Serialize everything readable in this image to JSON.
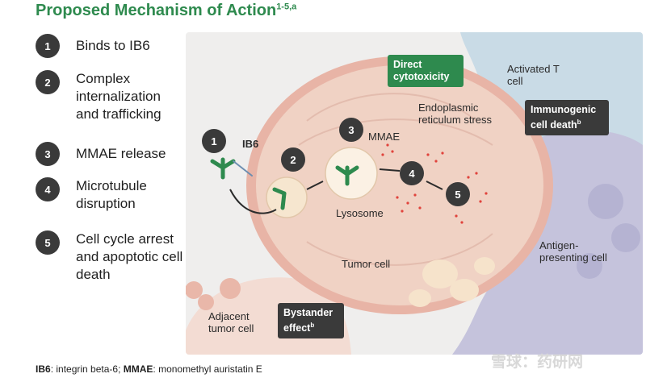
{
  "title": {
    "text": "Proposed Mechanism of Action",
    "sup": "1-5,a"
  },
  "steps": [
    {
      "n": "1",
      "text": "Binds to IB6"
    },
    {
      "n": "2",
      "text": "Complex internalization and trafficking"
    },
    {
      "n": "3",
      "text": "MMAE release"
    },
    {
      "n": "4",
      "text": "Microtubule disruption"
    },
    {
      "n": "5",
      "text": "Cell cycle arrest and apoptotic cell death"
    }
  ],
  "diagram": {
    "ib6": "IB6",
    "mmae": "MMAE",
    "lysosome": "Lysosome",
    "er_stress": "Endoplasmic reticulum stress",
    "tumor_cell": "Tumor cell",
    "adjacent": "Adjacent tumor cell",
    "activated_t": "Activated T cell",
    "apc": "Antigen-presenting cell",
    "direct_box": "Direct cytotoxicity",
    "immuno_box": "Immunogenic cell death",
    "immuno_sup": "b",
    "bystander_box": "Bystander effect",
    "bystander_sup": "b",
    "nums": [
      "1",
      "2",
      "3",
      "4",
      "5"
    ]
  },
  "footnote": {
    "b1": "IB6",
    "t1": ": integrin beta-6; ",
    "b2": "MMAE",
    "t2": ": monomethyl auristatin E"
  },
  "watermark": "雪球：药研网",
  "colors": {
    "title_green": "#2e8a4e",
    "badge": "#3a3a3a",
    "tumor": "#f0d2c4",
    "tcell": "#c9dbe6",
    "apc": "#c5c3dc"
  }
}
